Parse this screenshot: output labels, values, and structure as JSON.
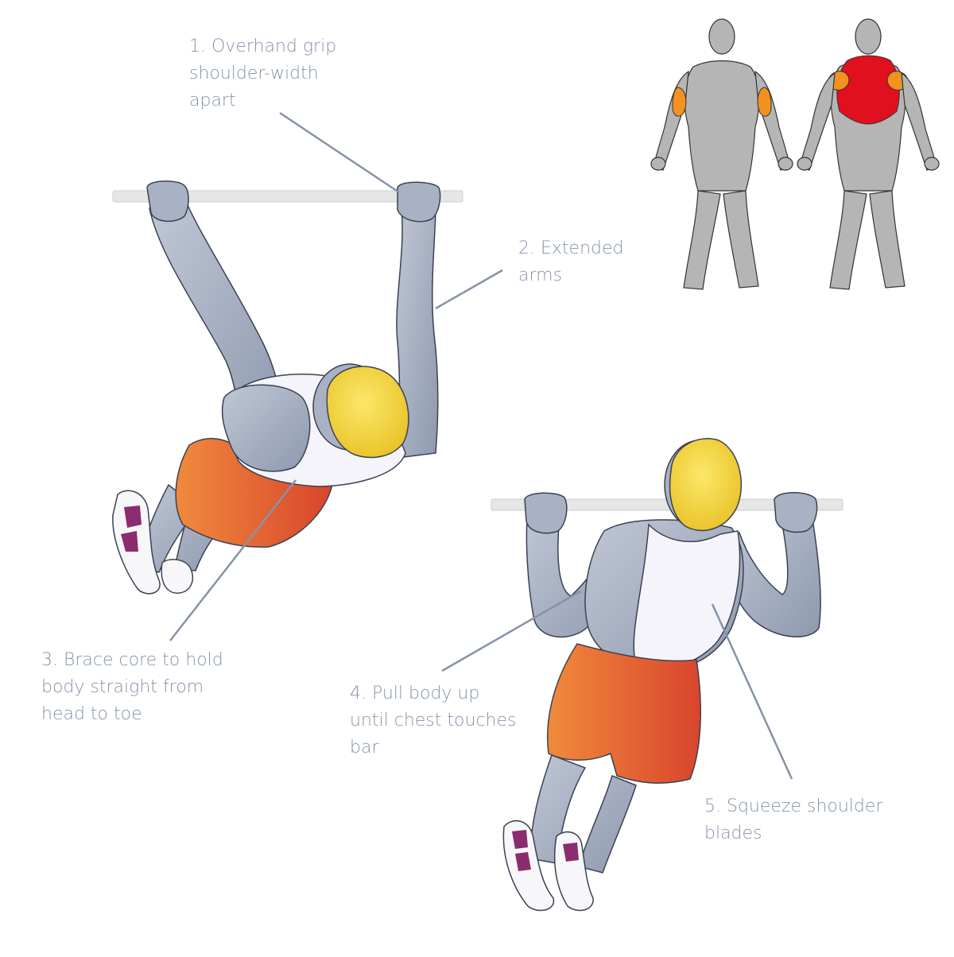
{
  "annotations": [
    {
      "id": "step-1",
      "lines": [
        "1. Overhand grip",
        "shoulder-width",
        "apart"
      ]
    },
    {
      "id": "step-2",
      "lines": [
        "2. Extended",
        "arms"
      ]
    },
    {
      "id": "step-3",
      "lines": [
        "3. Brace core to hold",
        "body straight from",
        "head to toe"
      ]
    },
    {
      "id": "step-4",
      "lines": [
        "4. Pull body up",
        "until chest touches",
        "bar"
      ]
    },
    {
      "id": "step-5",
      "lines": [
        "5. Squeeze shoulder",
        "blades"
      ]
    }
  ],
  "colors": {
    "label_text": "#8593a8",
    "leader_line": "#8593a8",
    "skin": "#a9b2c4",
    "skin_shadow": "#7f8aa0",
    "hair": "#f2d53c",
    "shirt": "#f4f4fa",
    "shorts_light": "#f08a3c",
    "shorts_dark": "#d9452c",
    "shoe": "#f7f7fa",
    "shoe_accent": "#8a2c6e",
    "bar": "#e6e6e6",
    "muscle_chart_body": "#b5b5b5",
    "muscle_primary": "#e0101e",
    "muscle_secondary": "#f2921f"
  },
  "muscle_chart": {
    "views": [
      "front",
      "back"
    ],
    "primary_muscles": [
      "latissimus dorsi",
      "trapezius"
    ],
    "secondary_muscles": [
      "biceps",
      "rear deltoids"
    ]
  }
}
